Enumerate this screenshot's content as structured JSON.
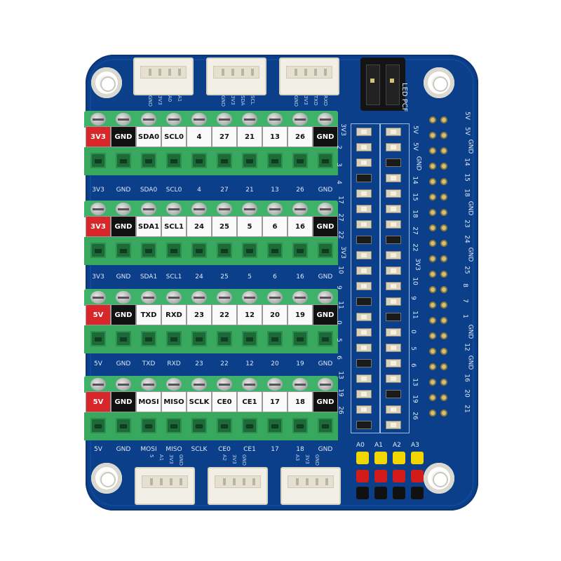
{
  "board": {
    "led_pcf_label": "LED PCF",
    "color_board": "#0b3f8a",
    "color_terminal": "#3fb26a",
    "color_red": "#d9262b",
    "color_black": "#111111"
  },
  "terminal_blocks": [
    {
      "labels": [
        "3V3",
        "GND",
        "SDA0",
        "SCL0",
        "4",
        "27",
        "21",
        "13",
        "26",
        "GND"
      ],
      "silk": [
        "3V3",
        "GND",
        "SDA0",
        "SCL0",
        "4",
        "27",
        "21",
        "13",
        "26",
        "GND"
      ]
    },
    {
      "labels": [
        "3V3",
        "GND",
        "SDA1",
        "SCL1",
        "24",
        "25",
        "5",
        "6",
        "16",
        "GND"
      ],
      "silk": [
        "3V3",
        "GND",
        "SDA1",
        "SCL1",
        "24",
        "25",
        "5",
        "6",
        "16",
        "GND"
      ]
    },
    {
      "labels": [
        "5V",
        "GND",
        "TXD",
        "RXD",
        "23",
        "22",
        "12",
        "20",
        "19",
        "GND"
      ],
      "silk": [
        "5V",
        "GND",
        "TXD",
        "RXD",
        "23",
        "22",
        "12",
        "20",
        "19",
        "GND"
      ]
    },
    {
      "labels": [
        "5V",
        "GND",
        "MOSI",
        "MISO",
        "SCLK",
        "CE0",
        "CE1",
        "17",
        "18",
        "GND"
      ],
      "silk": [
        "5V",
        "GND",
        "MOSI",
        "MISO",
        "SCLK",
        "CE0",
        "CE1",
        "17",
        "18",
        "GND"
      ]
    }
  ],
  "pin_column_left": [
    "3V3",
    "2",
    "3",
    "4",
    "17",
    "27",
    "22",
    "3V3",
    "10",
    "9",
    "11",
    "0",
    "5",
    "6",
    "13",
    "19",
    "26"
  ],
  "pin_column_mid": [
    "5V",
    "5V",
    "GND",
    "14",
    "15",
    "18",
    "GND",
    "23",
    "24",
    "GND",
    "25",
    "8",
    "7",
    "1",
    "GND",
    "12",
    "GND",
    "16",
    "20",
    "21"
  ],
  "pin_column_right": [
    "5V",
    "5V",
    "GND",
    "14",
    "15",
    "18",
    "27",
    "22",
    "3V3",
    "10",
    "9",
    "11",
    "0",
    "5",
    "6",
    "13",
    "19",
    "26"
  ],
  "adc_labels": [
    "A0",
    "A1",
    "A2",
    "A3"
  ],
  "top_jst_labels": [
    [
      "GND",
      "3V3",
      "A0",
      "A1"
    ],
    [
      "GND",
      "3V3",
      "SDA",
      "SCL"
    ],
    [
      "GND",
      "3V3",
      "TXD",
      "RXD"
    ]
  ],
  "bottom_jst_labels": [
    [
      "5",
      "A1",
      "3V3",
      "GND"
    ],
    [
      "A2",
      "3V3",
      "GND",
      ""
    ],
    [
      "A3",
      "3V3",
      "GND",
      ""
    ]
  ]
}
